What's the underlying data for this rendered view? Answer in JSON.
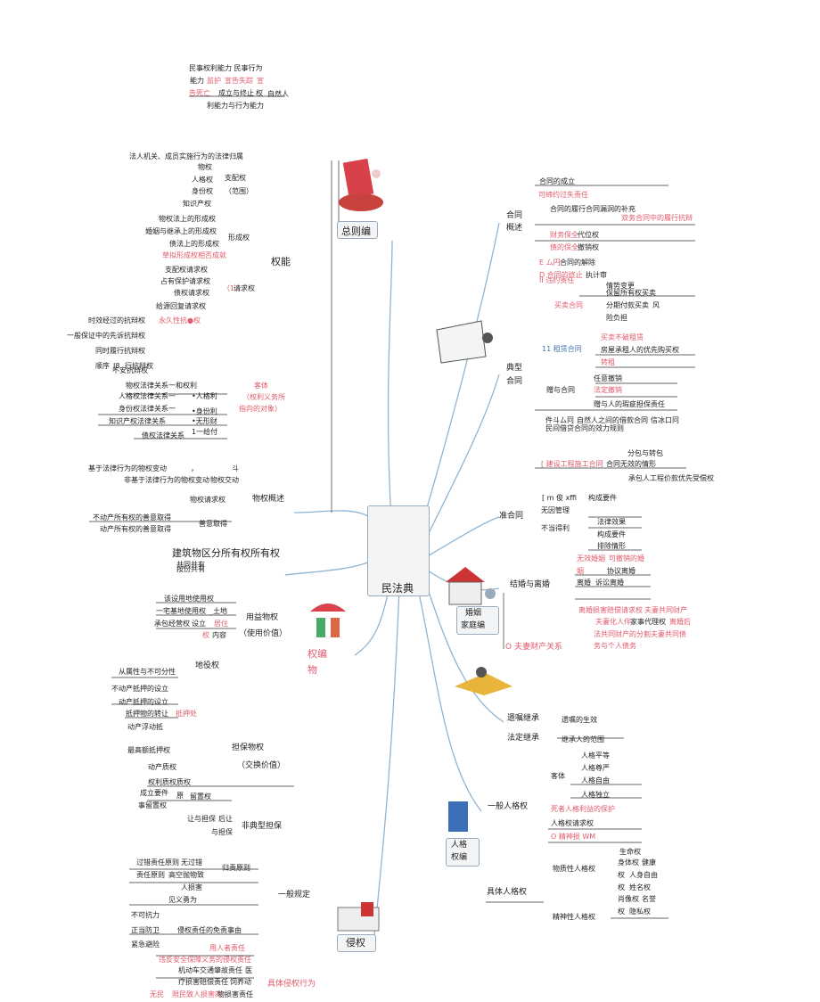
{
  "center": "民法典",
  "branches": {
    "zongze": {
      "title": "总则编",
      "top_items": [
        "民事权利能力 民事行为",
        "能力",
        "监护",
        "宣告失踪",
        "宣",
        "告死亡",
        "成立与终止",
        "权",
        "自然人",
        "利能力与行为能力"
      ],
      "rights_group": {
        "title": "权能",
        "items": [
          "法人机关、成员实施行为的法律归属",
          "物权",
          "人格权",
          "支配权",
          "身份权",
          "（范围）",
          "知识产权",
          "物权法上的形成权",
          "婚姻与继承上的形成权",
          "形成权",
          "债法上的形成权",
          "草拟形成权相否成就",
          "支配权请求权",
          "占有保护请求权",
          "债权请求权",
          "（1",
          "请求权",
          "给源回复请求权",
          "时效经过的抗辩权",
          "永久性抗●权",
          "一般保证中的先诉抗辩权",
          "同时履行抗辩权",
          "顺序",
          "J8",
          "行抗辩权",
          "不安抗辩权"
        ],
        "object_items": [
          "物权法律关系一和权利",
          "人格权法律关系一",
          "•人格利",
          "身份权法律关系一",
          "•身份利",
          "知识产权法律关系",
          "•无形财",
          "债权法律关系",
          "1一给付",
          "客体",
          "（权利义务所",
          "指向的对象）"
        ]
      }
    },
    "wuquan": {
      "title": "物权概述",
      "items": [
        "基于法律行为的物权变动",
        "，",
        "斗",
        "非基于法律行为的物权变动",
        "物权交动",
        "物权请求权",
        "不动产所有权的善意取得",
        "善意取得",
        "动产所有权的善意取得",
        "建筑物区分所有权所有权",
        "共同共有",
        "按份共有",
        "用益物权",
        "（使用价值）",
        "该设用地使用权",
        "一宅基地使用权",
        "_土地",
        "承包经营权",
        "设立",
        "居住",
        "权",
        "内容",
        "物",
        "权编",
        "地役权",
        "从属性与不可分性",
        "不动产抵押的设立",
        "动产抵押的设立",
        "抵押物的转让",
        "抵押处",
        "动产浮动抵",
        "担保物权",
        "（交换价值）",
        "最高额抵押权",
        "动产质权",
        "权利质权质权",
        "成立要件",
        "原",
        "事留置权",
        "留置权",
        "让与担保",
        "后让",
        "与担保",
        "非典型担保"
      ]
    },
    "qinquan": {
      "title": "侵权",
      "general": "一般规定",
      "special": "具体侵权行为",
      "items": [
        "过错责任原则",
        "无过错",
        "责任原则",
        "高空抛物致",
        "人损害",
        "归责原则",
        "见义勇为",
        "不可抗力",
        "正当防卫",
        "侵权责任的免责事由",
        "紧急避险",
        "用人者责任",
        "违反安全保障义务的侵权责任",
        "机动车交通肇故责任",
        "医",
        "疗损害赔偿责任",
        "饲养动",
        "无民",
        "限民致人损害的",
        "物损害责任"
      ]
    },
    "hetong": {
      "title": "合同",
      "subtitle": "概述",
      "typical_title": "典型",
      "typical_sub": "合同",
      "quasi": "准合同",
      "items": [
        "合同的成立",
        "可缔约过失责任",
        "合同的履行合同漏洞的补充",
        "双务合同中的履行抗辩",
        "财务保全",
        "代位权",
        "债的保全",
        "撤销权",
        "E ム円",
        "合同的解除",
        "D 合同的终止",
        "执计审",
        "II 违约责任",
        "情势变更",
        "保留所有权买卖",
        "分期付款买卖",
        "风",
        "险负担",
        "买卖合同",
        "买卖不破租赁",
        "11 租赁合同",
        "房屋承租人的优先购买权",
        "转租",
        "任意撤销",
        "赠与合同",
        "法定撤销",
        "赠与人的瑕疵担保责任",
        "件斗ム冋",
        "自然人之间的借款合同",
        "信冰口冋",
        "民间借贷合同的效力规则",
        "分包与转包",
        "[ 建设工程施工合同",
        "合同无效的情形",
        "承包人工程价款优先受偿权",
        "[ m 俊 xffi",
        "构成要件",
        "无因管理",
        "法律效果",
        "不当得利",
        "构成要件",
        "排除情形"
      ]
    },
    "hunyin": {
      "title": "婚姻",
      "title2": "家庭编",
      "sub": "结婚与离婚",
      "items": [
        "无效婚姻",
        "可撤销的婚",
        "姻",
        "协议离婚",
        "离婚",
        "诉讼离婚",
        "离婚损害赔偿请求权",
        "夫妻共同财产",
        "夫妻化人伴",
        "家事代理权",
        "离婚后",
        "法共同财产的分割",
        "夫妻共同债",
        "务与个人债务",
        "O 夫妻财产关系"
      ]
    },
    "jicheng": {
      "items": [
        "遗嘱继承",
        "遗嘱的生效",
        "法定继承",
        "继承人的范围"
      ]
    },
    "renge": {
      "title": "人格",
      "title2": "权编",
      "general": "一般人格权",
      "specific": "具体人格权",
      "items": [
        "客体",
        "人格平等",
        "人格尊严",
        "人格自由",
        "人格独立",
        "死者人格利益的保护",
        "人格权请求权",
        "O 精神损 WM",
        "生命权",
        "物质性人格权",
        "身体权",
        "健康",
        "权",
        "人身自由",
        "权",
        "姓名权",
        "肖像权",
        "名誉",
        "精神性人格权",
        "权",
        "隐私权"
      ]
    }
  },
  "colors": {
    "accent_red": "#e05a6a",
    "line": "#7fa8c8"
  }
}
